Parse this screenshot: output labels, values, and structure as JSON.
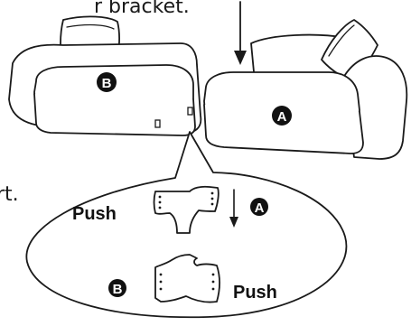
{
  "captions": {
    "top_partial": "r bracket.",
    "left_partial": "rt."
  },
  "push_labels": {
    "top": "Push",
    "bottom": "Push"
  },
  "badges": {
    "a": "A",
    "b": "B"
  },
  "colors": {
    "ink": "#1a1a1a",
    "badge_fill": "#111111",
    "badge_text": "#ffffff"
  }
}
